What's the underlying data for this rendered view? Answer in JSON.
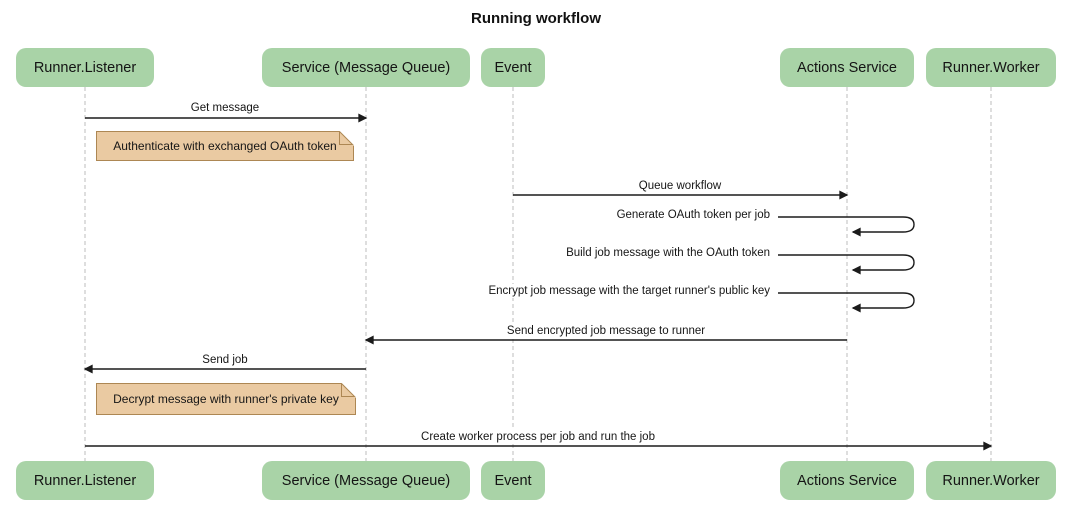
{
  "title": "Running workflow",
  "colors": {
    "actor-fill": "#a9d3a7",
    "note-fill": "#eacaa2",
    "note-border": "#ad8753",
    "arrow": "#1b1b1b",
    "lifeline": "#bcbcbc"
  },
  "participants": [
    {
      "name": "Runner.Listener"
    },
    {
      "name": "Service (Message Queue)"
    },
    {
      "name": "Event"
    },
    {
      "name": "Actions Service"
    },
    {
      "name": "Runner.Worker"
    }
  ],
  "messages": [
    {
      "from": "Runner.Listener",
      "to": "Service (Message Queue)",
      "text": "Get message",
      "self": false
    },
    {
      "from": "Event",
      "to": "Actions Service",
      "text": "Queue workflow",
      "self": false
    },
    {
      "from": "Actions Service",
      "to": "Actions Service",
      "text": "Generate OAuth token per job",
      "self": true
    },
    {
      "from": "Actions Service",
      "to": "Actions Service",
      "text": "Build job message with the OAuth token",
      "self": true
    },
    {
      "from": "Actions Service",
      "to": "Actions Service",
      "text": "Encrypt job message with the target runner's public key",
      "self": true
    },
    {
      "from": "Actions Service",
      "to": "Service (Message Queue)",
      "text": "Send encrypted job message to runner",
      "self": false
    },
    {
      "from": "Service (Message Queue)",
      "to": "Runner.Listener",
      "text": "Send job",
      "self": false
    },
    {
      "from": "Runner.Listener",
      "to": "Runner.Worker",
      "text": "Create worker process per job and run the job",
      "self": false
    }
  ],
  "notes": [
    {
      "over": "Runner.Listener",
      "text": "Authenticate with exchanged OAuth token"
    },
    {
      "over": "Runner.Listener",
      "text": "Decrypt message with runner's private key"
    }
  ]
}
